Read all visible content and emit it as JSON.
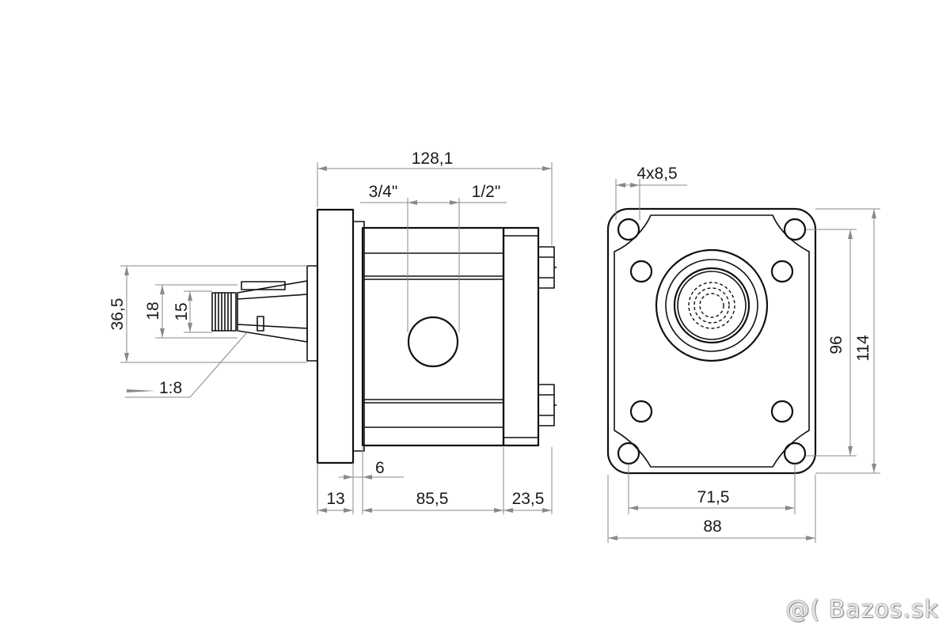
{
  "dimensions": {
    "overall_length": "128,1",
    "port_inlet": "3/4\"",
    "port_outlet": "1/2\"",
    "shaft_dia": "36,5",
    "cone_major": "18",
    "cone_minor": "15",
    "taper": "1:8",
    "flange_thickness": "13",
    "body_length": "85,5",
    "cover_length": "23,5",
    "spigot": "6",
    "mount_holes": "4x8,5",
    "hole_spacing_v": "96",
    "height": "114",
    "hole_spacing_h": "71,5",
    "width": "88"
  },
  "watermark": "@( Bazos.sk",
  "colors": {
    "line": "#111111",
    "dimension": "#8a8a8a",
    "text": "#1a1a1a"
  }
}
